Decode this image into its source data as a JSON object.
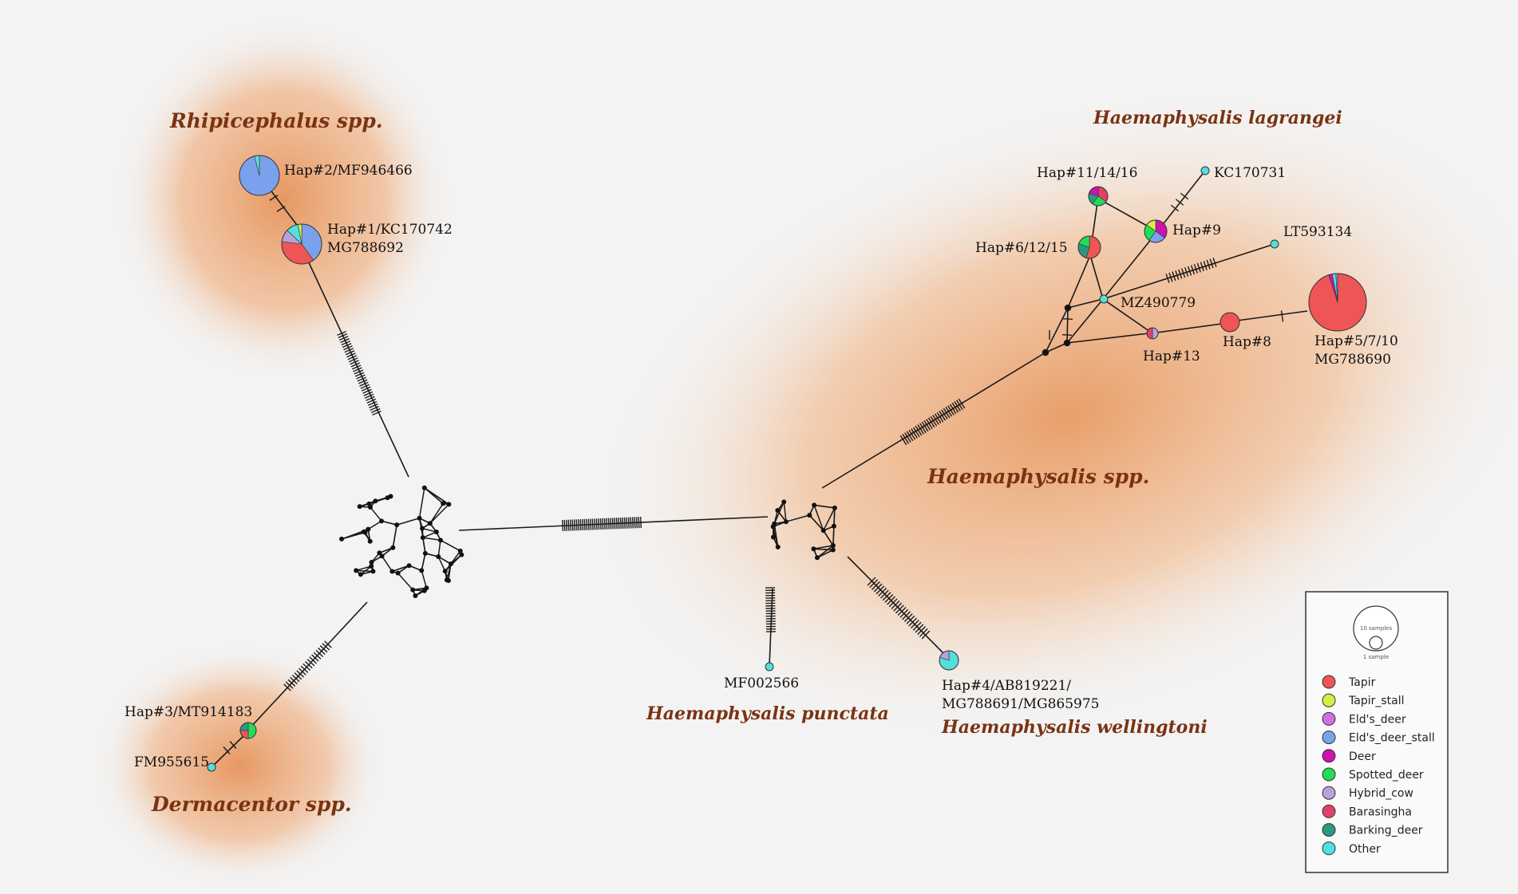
{
  "groups": {
    "rhipicephalus": "Rhipicephalus spp.",
    "dermacentor": "Dermacentor spp.",
    "haemaphysalis": "Haemaphysalis spp.",
    "lagrangei": "Haemaphysalis lagrangei",
    "punctata": "Haemaphysalis punctata",
    "wellingtoni": "Haemaphysalis wellingtoni"
  },
  "haplotypes": {
    "hap2": "Hap#2/MF946466",
    "hap1_a": "Hap#1/KC170742",
    "hap1_b": "MG788692",
    "hap3": "Hap#3/MT914183",
    "fm955615": "FM955615",
    "mf002566": "MF002566",
    "hap4_a": "Hap#4/AB819221/",
    "hap4_b": "MG788691/MG865975",
    "hap11": "Hap#11/14/16",
    "kc170731": "KC170731",
    "hap9": "Hap#9",
    "lt593134": "LT593134",
    "hap6": "Hap#6/12/15",
    "mz490779": "MZ490779",
    "hap13": "Hap#13",
    "hap8": "Hap#8",
    "hap5_a": "Hap#5/7/10",
    "hap5_b": "MG788690"
  },
  "legend": {
    "scale_large": "10 samples",
    "scale_small": "1 sample",
    "items": [
      {
        "label": "Tapir",
        "color": "#ee5555"
      },
      {
        "label": "Tapir_stall",
        "color": "#d8ee44"
      },
      {
        "label": "Eld's_deer",
        "color": "#d070e0"
      },
      {
        "label": "Eld's_deer_stall",
        "color": "#7aa2ec"
      },
      {
        "label": "Deer",
        "color": "#d010b0"
      },
      {
        "label": "Spotted_deer",
        "color": "#22dd55"
      },
      {
        "label": "Hybrid_cow",
        "color": "#b8a0dc"
      },
      {
        "label": "Barasingha",
        "color": "#e0406a"
      },
      {
        "label": "Barking_deer",
        "color": "#2a9a80"
      },
      {
        "label": "Other",
        "color": "#55dede"
      }
    ]
  }
}
